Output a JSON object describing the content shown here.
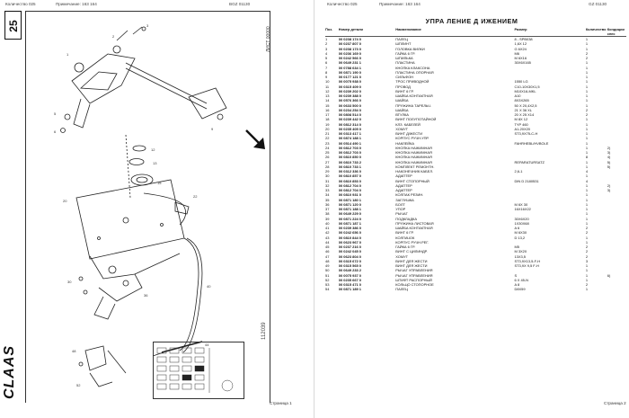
{
  "left_page": {
    "header": {
      "qty_label": "Количество 025",
      "note_label": "Примечание: 163 164",
      "code": "BGZ 01130"
    },
    "page_tab": "25",
    "side_code_top": "ЛИСТ 00000",
    "side_code_bottom": "112039",
    "brand": "CLAAS",
    "page_footer": "Страница 1"
  },
  "right_page": {
    "header": {
      "qty_label": "Количество 025",
      "note_label": "Примечание: 163 164",
      "code": "GZ 01130"
    },
    "title": "УПРА ЛЕНИЕ Д ИЖЕНИЕМ",
    "columns": {
      "pos": "Поз.",
      "number": "Номер детали",
      "name": "Наименование",
      "size": "Размер",
      "qty": "Количество",
      "note": "Кондиции спес"
    },
    "rows": [
      [
        "1",
        "00 0238 174 0",
        "ПАЛЕЦ",
        "8 - SPB038",
        "1",
        ""
      ],
      [
        "2",
        "00 0237 807 0",
        "ШПЛИНТ",
        "1,6X 12",
        "1",
        ""
      ],
      [
        "3",
        "00 0238 173 0",
        "ГОЛОВКА ВИЛКИ",
        "G 6X24",
        "1",
        ""
      ],
      [
        "4",
        "00 0236 169 0",
        "ГАЙКА 6 ГР.",
        "M6",
        "2",
        ""
      ],
      [
        "5",
        "00 0242 566 0",
        "ШПИЛЬКА",
        "M 6X16",
        "2",
        ""
      ],
      [
        "6",
        "00 0649 231 1",
        "ПЛАСТИНА",
        "30X6X165",
        "1",
        ""
      ],
      [
        "7",
        "00 0788 634 1",
        "КНОПКА КЛАКСОНА",
        "",
        "1",
        ""
      ],
      [
        "8",
        "00 0871 190 0",
        "ПЛАСТИНА ОПОРНАЯ",
        "",
        "1",
        ""
      ],
      [
        "9",
        "00 0177 121 0",
        "СИЛЬФОН",
        "",
        "1",
        ""
      ],
      [
        "10",
        "00 0075 938 0",
        "ТРОС ПРИВОДНОЙ",
        "1550 LG",
        "1",
        ""
      ],
      [
        "11",
        "00 0315 409 0",
        "ПРОВОД",
        "C10-10X30X1,5",
        "1",
        ""
      ],
      [
        "12",
        "00 0239 202 0",
        "ВИНТ 6 ГР.",
        "M10X16-MKL",
        "1",
        ""
      ],
      [
        "13",
        "00 0239 388 0",
        "ШАЙБА КОНТАКТНАЯ",
        "A10",
        "1",
        ""
      ],
      [
        "14",
        "00 0576 366 0",
        "ШАЙБА",
        "8X3X265",
        "1",
        ""
      ],
      [
        "15",
        "00 0633 500 0",
        "ПРУЖИНА ТАРЕЛЬЧ.",
        "50 X 20,4X2,5",
        "1",
        ""
      ],
      [
        "16",
        "00 0234 254 0",
        "ШАЙБА",
        "21 X 36 XL",
        "2",
        ""
      ],
      [
        "17",
        "00 0808 514 0",
        "ВТУЛКА",
        "20 X 25 X14",
        "2",
        ""
      ],
      [
        "18",
        "00 0239 442 0",
        "ВИНТ ПОЛУПОТАЙНОЙ",
        "M 8X 12",
        "1",
        ""
      ],
      [
        "19",
        "00 0812 314 0",
        "КЛЗ. КАБЕЛЕЙ",
        "TYP 460",
        "1",
        ""
      ],
      [
        "20",
        "00 0235 405 0",
        "ХОМУТ",
        "A1-20X20",
        "1",
        ""
      ],
      [
        "21",
        "00 0313 417 1",
        "ВИНТ Д/ЖЕСТИ",
        "ST3,9X75-C-H",
        "1",
        ""
      ],
      [
        "22",
        "00 0874 188 1",
        "КОРПУС РУЧН.УПР.",
        "",
        "1",
        ""
      ],
      [
        "23",
        "00 0514 490 1",
        "НАКЛЕЙКА",
        "FAHRHEBL/HVBOLE",
        "1",
        ""
      ],
      [
        "24",
        "00 0812 703 0",
        "КНОПКА НАЖИМНАЯ",
        "",
        "1",
        "2)"
      ],
      [
        "25",
        "00 0812 703 0",
        "КНОПКА НАЖИМНАЯ",
        "",
        "1",
        "3)"
      ],
      [
        "26",
        "00 0810 850 0",
        "КНОПКА НАЖИМНАЯ",
        "",
        "8",
        "4)"
      ],
      [
        "27",
        "00 0810 733 2",
        "КНОПКА НАЖИМНАЯ",
        "REPARATURSATZ",
        "1",
        "5)"
      ],
      [
        "28",
        "00 0810 733 1",
        "КОМПЛЕКТ РЕМОНТН.",
        "",
        "1",
        "5)"
      ],
      [
        "29",
        "00 0312 336 0",
        "НАКОНЕЧНИК КАБЕЛ.",
        "2,6-1",
        "4",
        ""
      ],
      [
        "30",
        "00 0810 857 0",
        "АДАПТЕР",
        "",
        "1",
        ""
      ],
      [
        "31",
        "00 0810 853 0",
        "ВИНТ СТОПОРНЫЙ",
        "DIN D 2180531",
        "4",
        ""
      ],
      [
        "32",
        "00 0812 704 0",
        "АДАПТЕР",
        "",
        "1",
        "2)"
      ],
      [
        "33",
        "00 0812 704 0",
        "АДАПТЕР",
        "",
        "1",
        "3)"
      ],
      [
        "34",
        "00 0810 931 0",
        "КОЛПАК РЕЗИН.",
        "",
        "1",
        ""
      ],
      [
        "35",
        "00 0871 180 1",
        "ЗАГЛУШКА",
        "",
        "1",
        ""
      ],
      [
        "36",
        "00 0871 120 0",
        "БОЛТ",
        "M 6X 30",
        "1",
        ""
      ],
      [
        "37",
        "00 0871 188 1",
        "УПОР",
        "16X16X22",
        "1",
        ""
      ],
      [
        "38",
        "00 0649 229 0",
        "РЫЧАГ",
        "",
        "1",
        ""
      ],
      [
        "39",
        "00 0871 224 0",
        "ПОДКЛАДКА",
        "30X6X20",
        "1",
        ""
      ],
      [
        "40",
        "00 0871 187 1",
        "ПРУЖИНА ЛИСТОВАЯ",
        "1X30X68",
        "1",
        ""
      ],
      [
        "41",
        "00 0239 386 0",
        "ШАЙБА КОНТАКТНАЯ",
        "A 6",
        "2",
        ""
      ],
      [
        "42",
        "00 0242 656 0",
        "ВИНТ 6 ГР.",
        "M 6X30",
        "2",
        ""
      ],
      [
        "43",
        "00 0810 844 0",
        "КОЛПАЧОК",
        "D 13,2",
        "1",
        ""
      ],
      [
        "44",
        "00 0623 967 0",
        "КОРПУС РУЧН.РЕГ.",
        "",
        "1",
        ""
      ],
      [
        "45",
        "00 0237 216 0",
        "ГАЙКА 6 ГР.",
        "M5",
        "2",
        ""
      ],
      [
        "46",
        "00 0242 045 0",
        "ВИНТ С ЦИЛИНДР.",
        "M 3X20",
        "2",
        ""
      ],
      [
        "47",
        "00 0623 804 0",
        "ХОМУТ",
        "13X3,5",
        "2",
        ""
      ],
      [
        "48",
        "00 0315 672 0",
        "ВИНТ ДЛЯ ЖЕСТИ",
        "ST3,9X13,5-F-H",
        "3",
        ""
      ],
      [
        "49",
        "00 0315 565 0",
        "ВИНТ ДЛЯ ЖЕСТИ",
        "ST3,9X 9,5 F-H",
        "1",
        ""
      ],
      [
        "50",
        "00 0649 233 2",
        "РЫЧАГ УПРАВЛЕНИЯ",
        "",
        "1",
        ""
      ],
      [
        "51",
        "00 0075 937 0",
        "РЫЧАГ УПРАВЛЕНИЯ",
        "S",
        "1",
        "6)"
      ],
      [
        "52",
        "00 0235 667 0",
        "ШТИФТ РАСПОРНЫЙ",
        "6 X 45-N",
        "1",
        ""
      ],
      [
        "53",
        "00 0315 471 0",
        "КОЛЬЦО СТОПОРНОЕ",
        "A 8",
        "2",
        ""
      ],
      [
        "54",
        "00 0871 189 1",
        "ПАЛЕЦ",
        "D8X59",
        "1",
        ""
      ]
    ],
    "page_footer": "Страница 2"
  }
}
